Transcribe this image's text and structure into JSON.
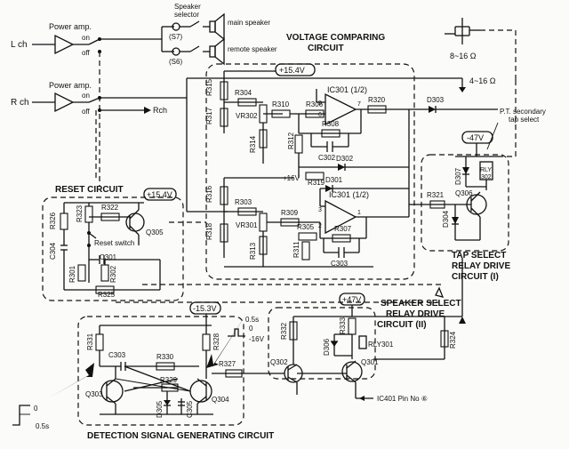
{
  "inputs": {
    "l_ch": "L ch",
    "r_ch": "R ch",
    "r_ch_out": "Rch",
    "power_amp_l": "Power amp.",
    "power_amp_r": "Power amp."
  },
  "speaker": {
    "selector": "Speaker\nselector",
    "main": "main speaker",
    "remote": "remote speaker",
    "s7": "(S7)",
    "s6": "(S6)"
  },
  "switch_labels": {
    "on_l": "on",
    "off_l": "off",
    "on_r": "on",
    "off_r": "off"
  },
  "blocks": {
    "voltage_comparing": "VOLTAGE COMPARING\nCIRCUIT",
    "reset": "RESET CIRCUIT",
    "tap_select": "TAP SELECT\nRELAY DRIVE\nCIRCUIT (I)",
    "speaker_select": "SPEAKER SELECT\nRELAY DRIVE\nCIRCUIT (II)",
    "detection": "DETECTION SIGNAL GENERATING CIRCUIT"
  },
  "voltages": {
    "v154_top": "+15.4V",
    "v154_reset": "+15.4V",
    "v16": "+16V",
    "v153": "-15.3V",
    "v47_top": "-47V",
    "v47_bot": "+47V",
    "pulse_0": "0",
    "pulse_16": "-16V",
    "pulse_05": "0.5s",
    "step_0": "0",
    "step_05": "0.5s"
  },
  "impedance": {
    "a": "8~16 Ω",
    "b": "4~16 Ω"
  },
  "ic": {
    "top": "IC301 (1/2)",
    "bottom": "IC301 (1/2)",
    "ic401": "IC401  Pin No ⑥"
  },
  "pins": {
    "p5": "5",
    "p6": "6",
    "p7": "7",
    "p2": "2",
    "p3": "3",
    "p1": "1"
  },
  "notes": {
    "pt": "P.T. secondary\ntap select",
    "reset_switch": "Reset switch"
  },
  "components": {
    "R315": "R315",
    "R317": "R317",
    "R304": "R304",
    "VR302": "VR302",
    "R310": "R310",
    "R306": "R306",
    "R320": "R320",
    "R314": "R314",
    "R312": "R312",
    "R308": "R308",
    "C302": "C302",
    "R319": "R319",
    "D302": "D302",
    "D303": "D303",
    "R316": "R316",
    "R318": "R318",
    "R303": "R303",
    "VR301": "VR301",
    "R309": "R309",
    "D301": "D301",
    "R305": "R305",
    "R307": "R307",
    "R313": "R313",
    "R311": "R311",
    "C303v": "C303",
    "R326": "R326",
    "R323": "R323",
    "R322": "R322",
    "Q305": "Q305",
    "C304": "C304",
    "C301": "C301",
    "R301": "R301",
    "R302": "R302",
    "R325": "R325",
    "D307": "D307",
    "RLY302": "RLY\n302",
    "Q306": "Q306",
    "R321": "R321",
    "D304": "D304",
    "R331": "R331",
    "C303": "C303",
    "R330": "R330",
    "R328": "R328",
    "Q303": "Q303",
    "R329": "R329",
    "D305": "D305",
    "C305": "C305",
    "Q304": "Q304",
    "R327": "R327",
    "R332": "R332",
    "R333": "R333",
    "D306": "D306",
    "RLY301": "RLY301",
    "Q302": "Q302",
    "Q301": "Q301",
    "R324": "R324"
  }
}
